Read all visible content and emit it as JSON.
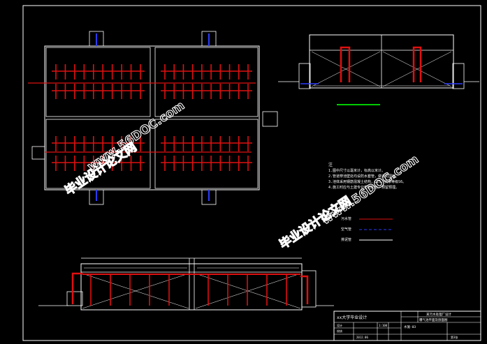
{
  "notes": {
    "heading": "注",
    "lines": [
      "1.图中尺寸以毫米计，标高以米计。",
      "2.管道穿池壁处均设防水套管，做法见国标。",
      "3.池体采用钢筋混凝土结构，C25，抗渗等级S6。",
      "4.施工时应与土建专业密切配合，预留预埋。"
    ]
  },
  "legend": {
    "items": [
      {
        "label": "污水管",
        "color": "#e01010",
        "style": "solid"
      },
      {
        "label": "空气管",
        "color": "#2a3cff",
        "style": "dashed"
      },
      {
        "label": "排泥管",
        "color": "#ffffff",
        "style": "solid"
      }
    ]
  },
  "title_block": {
    "school": "xx大学毕业设计",
    "project": "某污水处理厂设计",
    "drawing_title": "曝气池平面及剖面图",
    "drawing_no": "水施-03",
    "scale": "1:100",
    "designer": "设计",
    "checker": "校核",
    "date": "2012.06",
    "sheet": "第3张"
  },
  "watermarks": [
    {
      "text": "毕业设计论文网"
    },
    {
      "text": "www.56DOC.com"
    }
  ],
  "colors": {
    "background": "#000000",
    "outline": "#ffffff",
    "pipe": "#e01010",
    "air": "#2a3cff",
    "accent": "#00cc00"
  }
}
